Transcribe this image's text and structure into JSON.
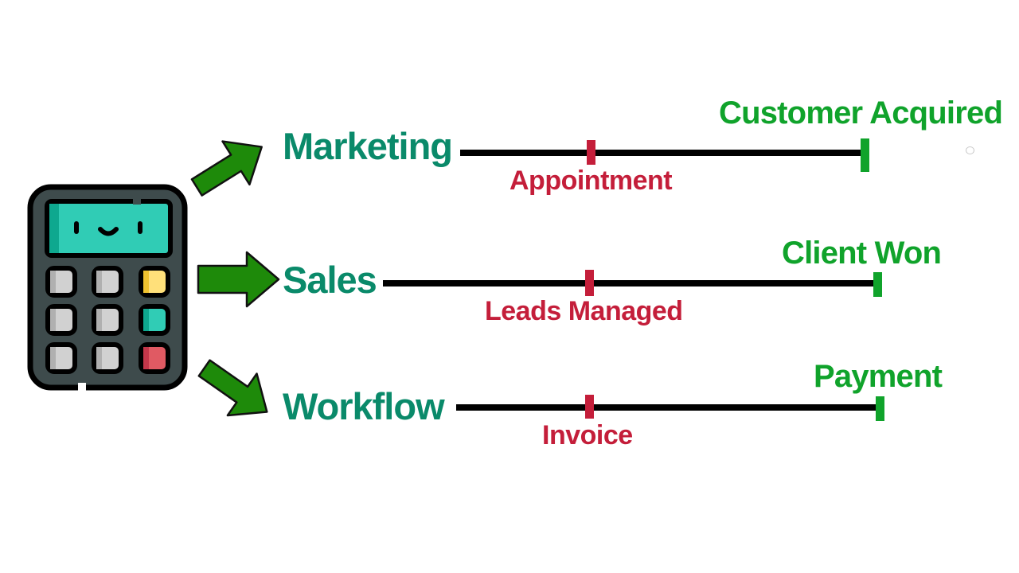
{
  "colors": {
    "category": "#0a8a6a",
    "milestone_mid": "#c41e3a",
    "milestone_end": "#10a32b",
    "timeline": "#000000",
    "arrow_fill": "#1e8a0a",
    "calc_body": "#3e4b4c",
    "calc_screen": "#30ccb5",
    "calc_key": "#d1d1d1",
    "calc_key_yellow": "#ffe07a",
    "calc_key_teal": "#30ccb5",
    "calc_key_red": "#e05a63"
  },
  "icons": {
    "calculator": "calculator-icon",
    "arrows": [
      "arrow-up-right-icon",
      "arrow-right-icon",
      "arrow-down-right-icon"
    ]
  },
  "rows": [
    {
      "category": "Marketing",
      "mid_milestone": "Appointment",
      "end_milestone": "Customer Acquired"
    },
    {
      "category": "Sales",
      "mid_milestone": "Leads Managed",
      "end_milestone": "Client Won"
    },
    {
      "category": "Workflow",
      "mid_milestone": "Invoice",
      "end_milestone": "Payment"
    }
  ]
}
